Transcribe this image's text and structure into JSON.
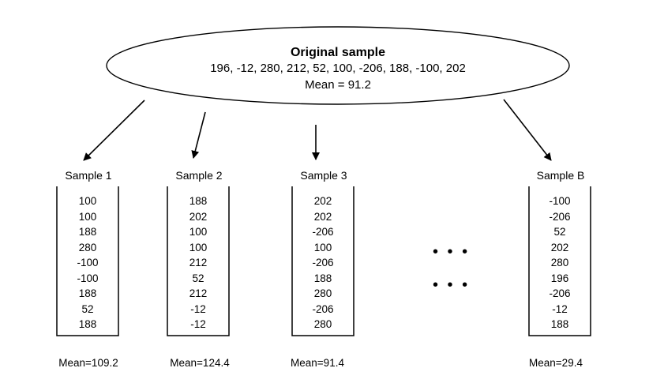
{
  "original": {
    "title": "Original sample",
    "values": "196, -12, 280, 212, 52, 100, -206, 188, -100, 202",
    "mean": "Mean = 91.2"
  },
  "samples": [
    {
      "title": "Sample 1",
      "values": [
        "100",
        "100",
        "188",
        "280",
        "-100",
        "-100",
        "188",
        "52",
        "188"
      ],
      "mean": "Mean=109.2"
    },
    {
      "title": "Sample 2",
      "values": [
        "188",
        "202",
        "100",
        "100",
        "212",
        "52",
        "212",
        "-12",
        "-12"
      ],
      "mean": "Mean=124.4"
    },
    {
      "title": "Sample 3",
      "values": [
        "202",
        "202",
        "-206",
        "100",
        "-206",
        "188",
        "280",
        "-206",
        "280"
      ],
      "mean": "Mean=91.4"
    },
    {
      "title": "Sample B",
      "values": [
        "-100",
        "-206",
        "52",
        "202",
        "280",
        "196",
        "-206",
        "-12",
        "188"
      ],
      "mean": "Mean=29.4"
    }
  ],
  "ellipsis": "• • •"
}
